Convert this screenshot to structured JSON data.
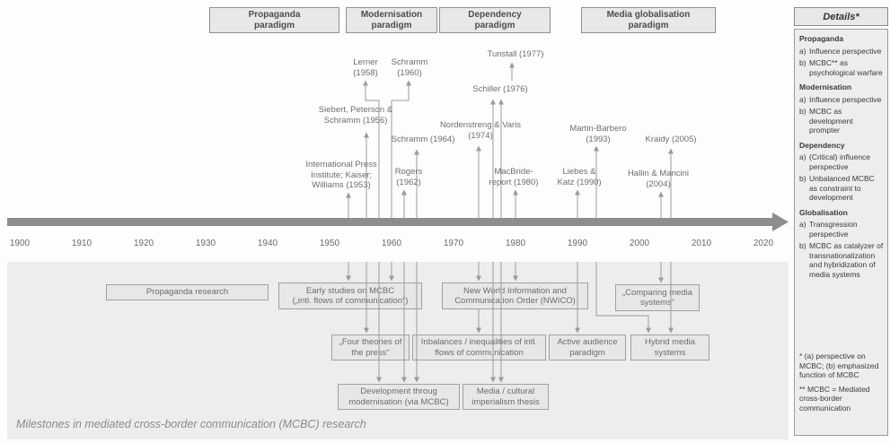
{
  "caption": "Milestones in mediated cross-border communication (MCBC) research",
  "colors": {
    "timeline_gray": "#8d8d8d",
    "panel_gray": "#ededed",
    "box_fill": "#e7e7e7",
    "box_border": "#a0a0a0",
    "connector_gray": "#9b9b9b"
  },
  "paradigms": [
    {
      "label": "Propaganda\nparadigm"
    },
    {
      "label": "Modernisation\nparadigm"
    },
    {
      "label": "Dependency\nparadigm"
    },
    {
      "label": "Media globalisation\nparadigm"
    }
  ],
  "timeline": {
    "years": [
      "1900",
      "1910",
      "1920",
      "1930",
      "1940",
      "1950",
      "1960",
      "1970",
      "1980",
      "1990",
      "2000",
      "2010",
      "2020"
    ]
  },
  "citations": [
    {
      "label": "Lerner\n(1958)"
    },
    {
      "label": "Schramm\n(1960)"
    },
    {
      "label": "Tunstall (1977)"
    },
    {
      "label": "Schiller (1976)"
    },
    {
      "label": "Siebert, Peterson &\nSchramm (1956)"
    },
    {
      "label": "Nordenstreng & Varis\n(1974)"
    },
    {
      "label": "Schramm (1964)"
    },
    {
      "label": "Martin-Barbero\n(1993)"
    },
    {
      "label": "Kraidy (2005)"
    },
    {
      "label": "International Press\nInstitute; Kaiser;\nWilliams (1953)"
    },
    {
      "label": "Rogers\n(1962)"
    },
    {
      "label": "MacBride-\nreport (1980)"
    },
    {
      "label": "Liebes &\nKatz (1990)"
    },
    {
      "label": "Hallin & Mancini\n(2004)"
    }
  ],
  "boxes": [
    {
      "label": "Propaganda research"
    },
    {
      "label": "Early studies on MCBC\n(„intl. flows of communication“)"
    },
    {
      "label": "New World Information and\nCommunication Order (NWICO)"
    },
    {
      "label": "„Comparing media\nsystems“"
    },
    {
      "label": "„Four theories of\nthe press“"
    },
    {
      "label": "Inbalances / inequalities of intl.\nflows of communication"
    },
    {
      "label": "Active audience\nparadigm"
    },
    {
      "label": "Hybrid media\nsystems"
    },
    {
      "label": "Development throug\nmodernisation (via MCBC)"
    },
    {
      "label": "Media / cultural\nimperialism thesis"
    }
  ],
  "details": {
    "title": "Details*",
    "sections": [
      {
        "heading": "Propaganda",
        "items": [
          {
            "prefix": "a)",
            "text": "Influence perspective"
          },
          {
            "prefix": "b)",
            "text": "MCBC** as psychological warfare"
          }
        ]
      },
      {
        "heading": "Modernisation",
        "items": [
          {
            "prefix": "a)",
            "text": "Influence perspective"
          },
          {
            "prefix": "b)",
            "text": "MCBC as development prompter"
          }
        ]
      },
      {
        "heading": "Dependency",
        "items": [
          {
            "prefix": "a)",
            "text": "(Critical) influence perspective"
          },
          {
            "prefix": "b)",
            "text": "Unbalanced MCBC as constraint to development"
          }
        ]
      },
      {
        "heading": "Globalisation",
        "items": [
          {
            "prefix": "a)",
            "text": "Transgression perspective"
          },
          {
            "prefix": "b)",
            "text": "MCBC as catalyzer of transnationalization and hybridization of media systems"
          }
        ]
      }
    ],
    "footnotes": [
      "* (a) perspective on MCBC; (b) emphasized function of MCBC",
      "** MCBC = Mediated cross-border communication"
    ]
  }
}
